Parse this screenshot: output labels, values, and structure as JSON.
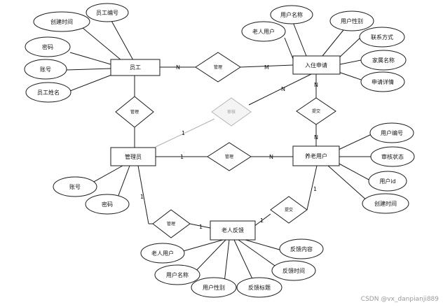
{
  "entities": {
    "staff": "员工",
    "admin": "管理员",
    "application": "入住申请",
    "elderly_user": "养老用户",
    "feedback": "老人反馈"
  },
  "relationships": {
    "manage_staff_app": "管理",
    "manage_staff_admin": "管理",
    "approve": "审核",
    "submit_app": "提交",
    "manage_admin_user": "管理",
    "manage_admin_feedback": "管理",
    "submit_feedback": "提交"
  },
  "attributes": {
    "staff": [
      "创建时间",
      "员工编号",
      "密码",
      "账号",
      "员工姓名"
    ],
    "application": [
      "用户名称",
      "用户性别",
      "老人用户",
      "联系方式",
      "家属名称",
      "申请详情"
    ],
    "elderly_user": [
      "用户编号",
      "审核状态",
      "用户id",
      "创建时间"
    ],
    "admin": [
      "账号",
      "密码"
    ],
    "feedback": [
      "老人用户",
      "用户名称",
      "用户性别",
      "反馈标题",
      "反馈时间",
      "反馈内容"
    ]
  },
  "cardinalities": {
    "staff_manage_N": "N",
    "manage_app_M": "M",
    "approve_admin_1": "1",
    "approve_app_N": "N",
    "submit_app_top_N": "N",
    "submit_app_bottom_N": "N",
    "admin_manage_1": "1",
    "manage_user_N": "N",
    "admin_fb_manage_1": "1",
    "manage_fb_1": "1",
    "fb_submit_1": "1",
    "submit_user_1": "1"
  },
  "watermark": "CSDN @vx_danpianji889"
}
